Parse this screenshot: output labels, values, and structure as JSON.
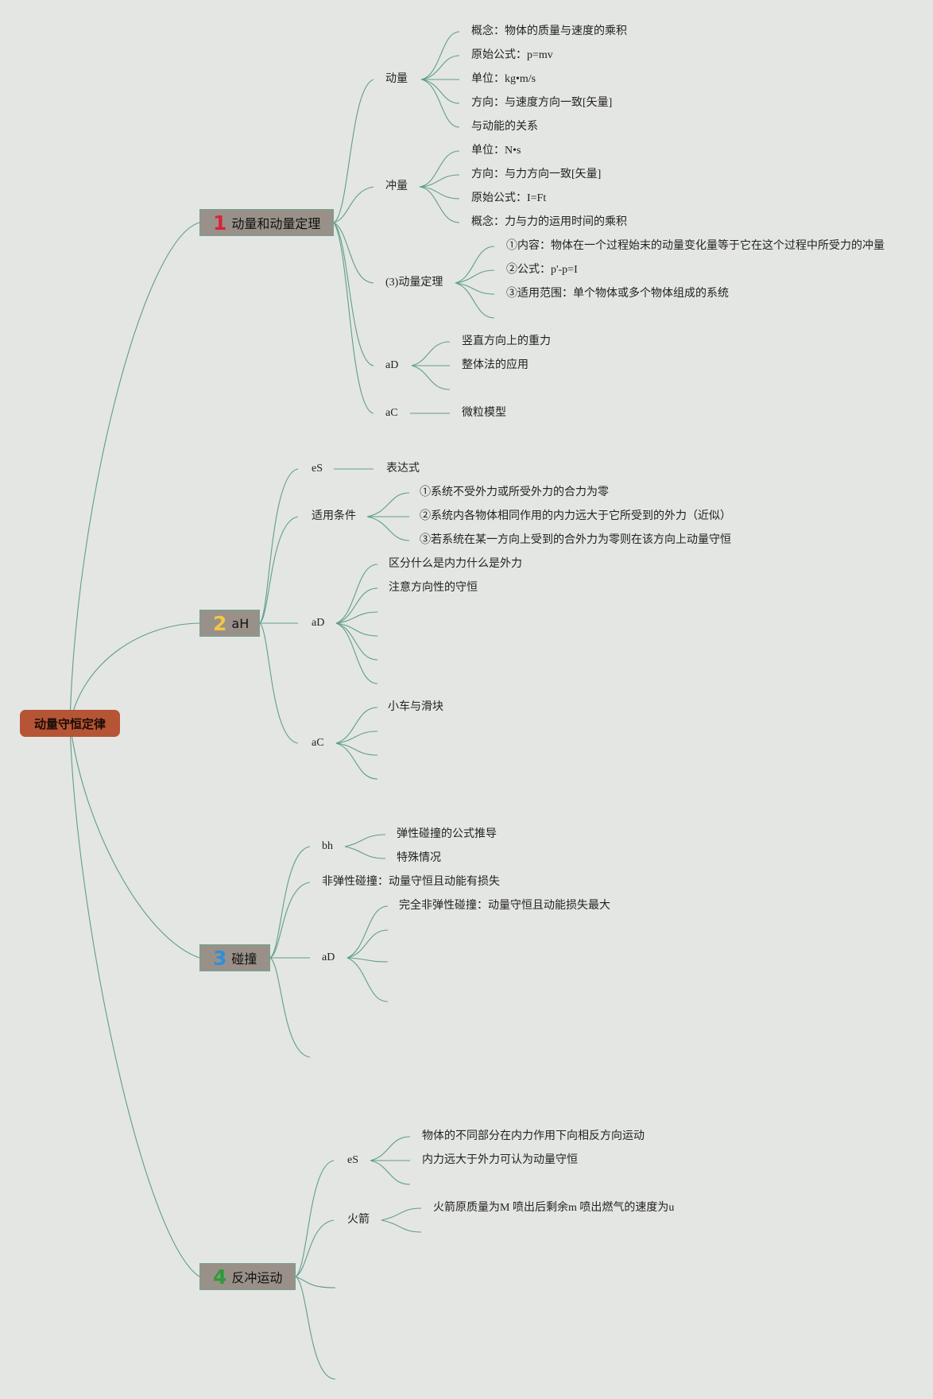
{
  "root": {
    "label": "动量守恒定律",
    "color": "#b65535"
  },
  "branches": [
    {
      "number": "1",
      "number_color": "#d9243a",
      "label": "动量和动量定理",
      "children": [
        {
          "label": "动量",
          "items": [
            "概念：物体的质量与速度的乘积",
            "原始公式：p=mv",
            "单位：kg•m/s",
            "方向：与速度方向一致[矢量]",
            "与动能的关系"
          ]
        },
        {
          "label": "冲量",
          "items": [
            "单位：N•s",
            "方向：与力方向一致[矢量]",
            "原始公式：I=Ft",
            "概念：力与力的运用时间的乘积"
          ]
        },
        {
          "label": "(3)动量定理",
          "items": [
            "①内容：物体在一个过程始末的动量变化量等于它在这个过程中所受力的冲量",
            "②公式：p'-p=I",
            "③适用范围：单个物体或多个物体组成的系统"
          ]
        },
        {
          "label": "aD",
          "items": [
            "竖直方向上的重力",
            "整体法的应用"
          ]
        },
        {
          "label": "aC",
          "items": [
            "微粒模型"
          ]
        }
      ]
    },
    {
      "number": "2",
      "number_color": "#f2c744",
      "label": "aH",
      "children": [
        {
          "label": "eS",
          "items": [
            "表达式"
          ]
        },
        {
          "label": "适用条件",
          "items": [
            "①系统不受外力或所受外力的合力为零",
            "②系统内各物体相同作用的内力远大于它所受到的外力（近似）",
            "③若系统在某一方向上受到的合外力为零则在该方向上动量守恒"
          ]
        },
        {
          "label": "aD",
          "items": [
            "区分什么是内力什么是外力",
            "注意方向性的守恒"
          ]
        },
        {
          "label": "aC",
          "items": [
            "小车与滑块"
          ]
        }
      ]
    },
    {
      "number": "3",
      "number_color": "#2f8fd8",
      "label": "碰撞",
      "children": [
        {
          "label": "bh",
          "items": [
            "弹性碰撞的公式推导",
            "特殊情况"
          ]
        },
        {
          "label": "非弹性碰撞：动量守恒且动能有损失",
          "items": []
        },
        {
          "label": "aD",
          "items": [
            "完全非弹性碰撞：动量守恒且动能损失最大"
          ]
        }
      ]
    },
    {
      "number": "4",
      "number_color": "#2e9b3a",
      "label": "反冲运动",
      "children": [
        {
          "label": "eS",
          "items": [
            "物体的不同部分在内力作用下向相反方向运动",
            "内力远大于外力可认为动量守恒"
          ]
        },
        {
          "label": "火箭",
          "items": [
            "火箭原质量为M 喷出后剩余m 喷出燃气的速度为u"
          ]
        }
      ]
    }
  ],
  "colors": {
    "background": "#e4e6e3",
    "link": "#5f9e8a",
    "topic_fill": "#999189",
    "topic_border": "#6fa58e"
  }
}
